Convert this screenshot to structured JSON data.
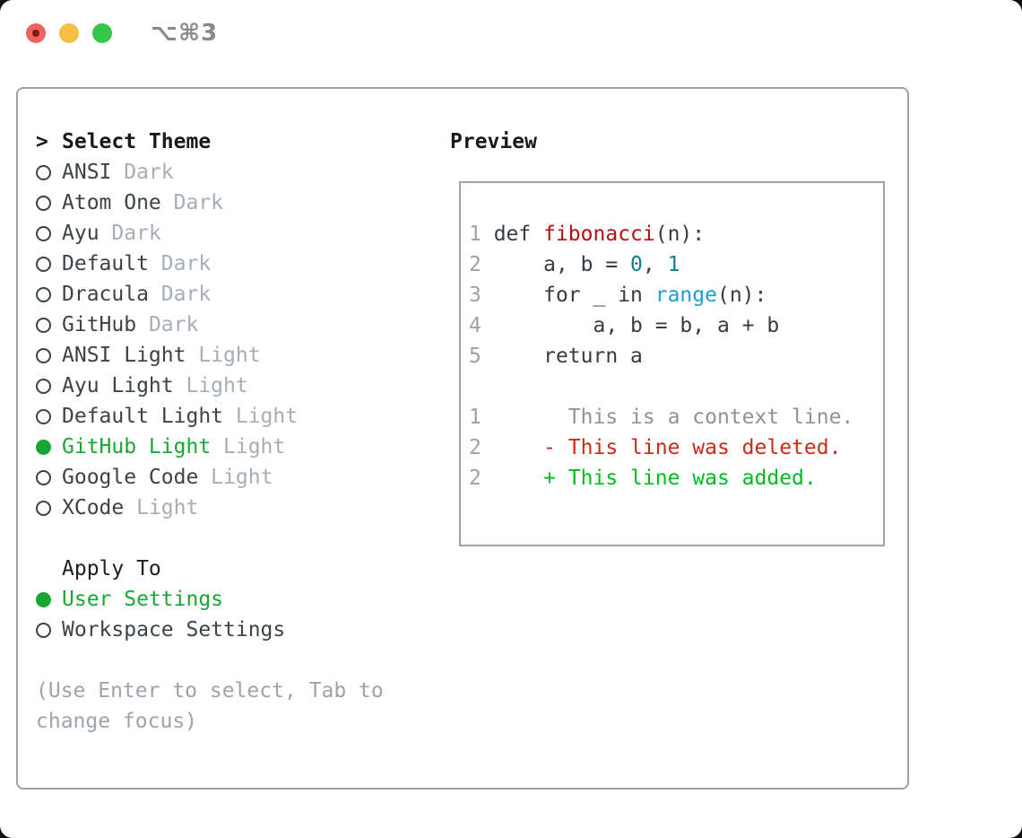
{
  "window": {
    "title": "⌥⌘3",
    "traffic_lights": {
      "red": "#f2615b",
      "yellow": "#f7bd45",
      "green": "#35c64b"
    }
  },
  "theme_picker": {
    "header": {
      "prefix": ">",
      "label": "Select Theme"
    },
    "themes": [
      {
        "name": "ANSI",
        "variant": "Dark",
        "selected": false
      },
      {
        "name": "Atom One",
        "variant": "Dark",
        "selected": false
      },
      {
        "name": "Ayu",
        "variant": "Dark",
        "selected": false
      },
      {
        "name": "Default",
        "variant": "Dark",
        "selected": false
      },
      {
        "name": "Dracula",
        "variant": "Dark",
        "selected": false
      },
      {
        "name": "GitHub",
        "variant": "Dark",
        "selected": false
      },
      {
        "name": "ANSI Light",
        "variant": "Light",
        "selected": false
      },
      {
        "name": "Ayu Light",
        "variant": "Light",
        "selected": false
      },
      {
        "name": "Default Light",
        "variant": "Light",
        "selected": false
      },
      {
        "name": "GitHub Light",
        "variant": "Light",
        "selected": true
      },
      {
        "name": "Google Code",
        "variant": "Light",
        "selected": false
      },
      {
        "name": "XCode",
        "variant": "Light",
        "selected": false
      }
    ],
    "apply_to": {
      "label": "Apply To",
      "options": [
        {
          "name": "User Settings",
          "selected": true
        },
        {
          "name": "Workspace Settings",
          "selected": false
        }
      ]
    },
    "hint_lines": [
      "(Use Enter to select, Tab to",
      "change focus)"
    ]
  },
  "preview": {
    "label": "Preview",
    "lines": [
      {
        "num": "1",
        "segments": [
          {
            "text": " def ",
            "style": "code"
          },
          {
            "text": "fibonacci",
            "style": "function"
          },
          {
            "text": "(n):",
            "style": "code"
          }
        ]
      },
      {
        "num": "2",
        "segments": [
          {
            "text": "     a, b = ",
            "style": "code"
          },
          {
            "text": "0",
            "style": "number"
          },
          {
            "text": ", ",
            "style": "code"
          },
          {
            "text": "1",
            "style": "number"
          }
        ]
      },
      {
        "num": "3",
        "segments": [
          {
            "text": "     for _ in ",
            "style": "code"
          },
          {
            "text": "range",
            "style": "builtin"
          },
          {
            "text": "(n):",
            "style": "code"
          }
        ]
      },
      {
        "num": "4",
        "segments": [
          {
            "text": "         a, b = b, a + b",
            "style": "code"
          }
        ]
      },
      {
        "num": "5",
        "segments": [
          {
            "text": "     return a",
            "style": "code"
          }
        ]
      },
      {
        "num": "",
        "segments": []
      },
      {
        "num": "1",
        "segments": [
          {
            "text": "       This is a context line.",
            "style": "context"
          }
        ]
      },
      {
        "num": "2",
        "segments": [
          {
            "text": "     - This line was deleted.",
            "style": "deleted"
          }
        ]
      },
      {
        "num": "2",
        "segments": [
          {
            "text": "     + This line was added.",
            "style": "added"
          }
        ]
      }
    ]
  },
  "colors": {
    "selection_green": "#19a633",
    "added_green": "#00bb1f",
    "deleted_red": "#ca2a1a",
    "function_red": "#b01215",
    "number_teal": "#0f7f8a",
    "builtin_blue": "#1f9ed2",
    "muted_gray": "#a4aeb9",
    "border_gray": "#9aa3ae"
  }
}
